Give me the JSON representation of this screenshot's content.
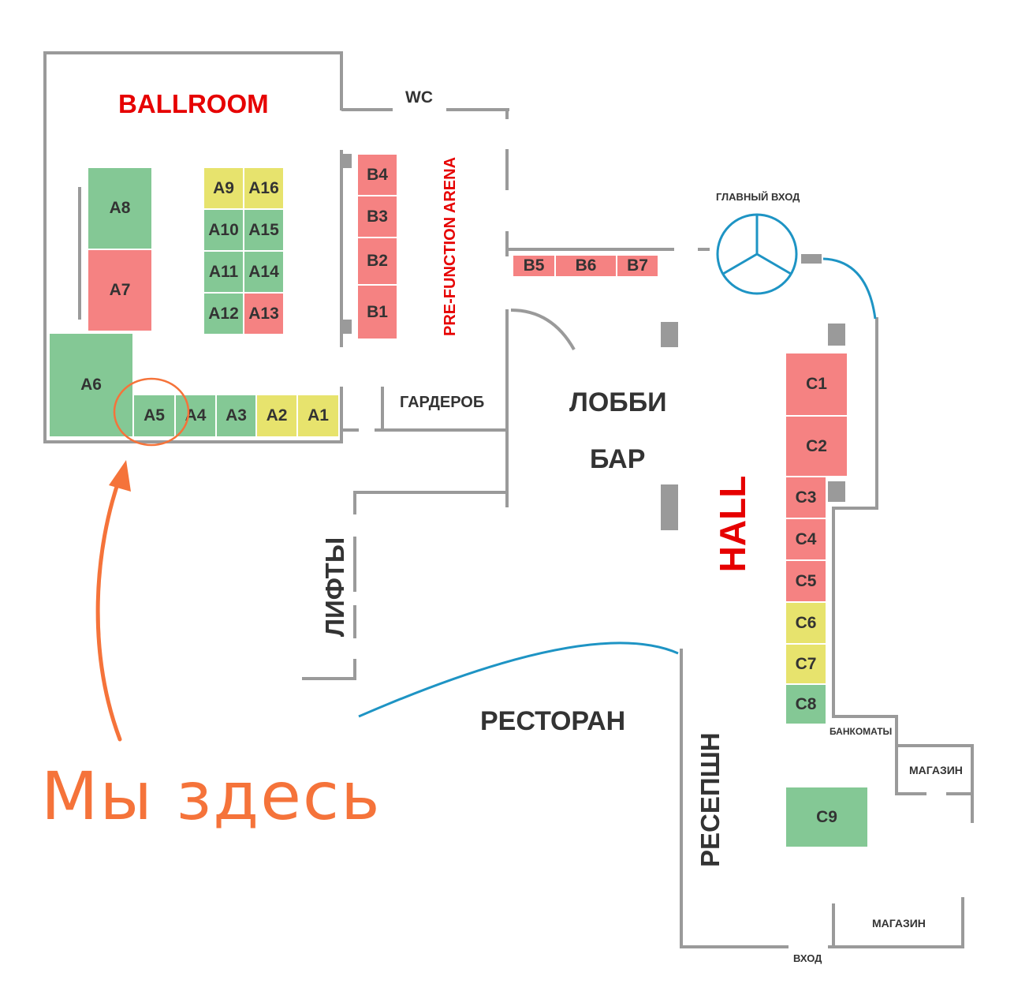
{
  "colors": {
    "available": "#84c895",
    "booked": "#f58282",
    "reserved": "#e7e36d",
    "walls": "#9a9a9a",
    "accent": "#e60000",
    "entrance": "#1e94c4",
    "marker": "#f5733a"
  },
  "labels": {
    "ballroom": "BALLROOM",
    "wc": "WC",
    "prefunction": "PRE-FUNCTION ARENA",
    "main_entrance": "ГЛАВНЫЙ ВХОД",
    "wardrobe": "ГАРДЕРОБ",
    "lobby": "ЛОББИ",
    "bar": "БАР",
    "hall": "HALL",
    "lifts": "ЛИФТЫ",
    "restaurant": "РЕСТОРАН",
    "reception": "РЕСЕПШН",
    "atms": "БАНКОМАТЫ",
    "shop_1": "МАГАЗИН",
    "shop_2": "МАГАЗИН",
    "entrance": "ВХОД",
    "you_are_here": "Мы здесь"
  },
  "booths": {
    "A1": "A1",
    "A2": "A2",
    "A3": "A3",
    "A4": "A4",
    "A5": "A5",
    "A6": "A6",
    "A7": "A7",
    "A8": "A8",
    "A9": "A9",
    "A10": "A10",
    "A11": "A11",
    "A12": "A12",
    "A13": "A13",
    "A14": "A14",
    "A15": "A15",
    "A16": "A16",
    "B1": "B1",
    "B2": "B2",
    "B3": "B3",
    "B4": "B4",
    "B5": "B5",
    "B6": "B6",
    "B7": "B7",
    "C1": "C1",
    "C2": "C2",
    "C3": "C3",
    "C4": "C4",
    "C5": "C5",
    "C6": "C6",
    "C7": "C7",
    "C8": "C8",
    "C9": "C9"
  }
}
